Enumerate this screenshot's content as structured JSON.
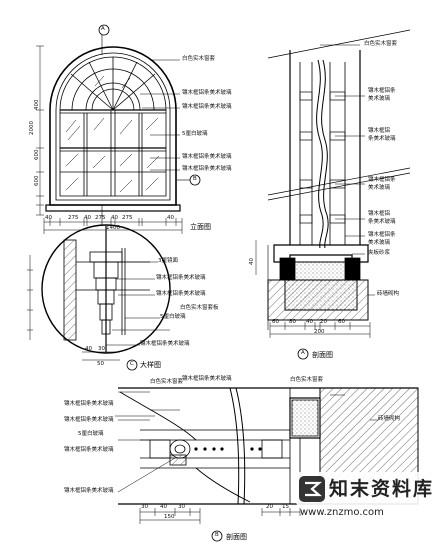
{
  "titles": {
    "elevation": "立面图",
    "section_a": "剖面图",
    "section_a_mark": "A",
    "section_b": "剖面图",
    "section_b_mark": "B",
    "detail": "大样图",
    "detail_mark": "C"
  },
  "markers": {
    "a_top": "A",
    "b_mid": "B",
    "c_mark": "C"
  },
  "elevation": {
    "dims_bottom": [
      "40",
      "275",
      "40",
      "275",
      "40",
      "275",
      "40"
    ],
    "total": "1400",
    "left_dims": [
      "2000",
      "400",
      "600",
      "600"
    ],
    "labels": [
      "白色实木窗套",
      "镶木框铝条美术玻璃",
      "镶木框铝条美术玻璃",
      "5厘白玻璃",
      "镶木框铝条美术玻璃",
      "镶木框铝条美术玻璃"
    ]
  },
  "detail": {
    "labels": [
      "3厘镜面",
      "镶木框铝条美术玻璃",
      "镶木框铝条美术玻璃",
      "5厘白玻璃",
      "白色实木窗套板",
      "镶木框铝条美术玻璃"
    ],
    "dims": [
      "40",
      "30",
      "50"
    ]
  },
  "section_a": {
    "labels": [
      "白色实木窗套",
      "镶木框铝条",
      "美术玻璃",
      "镶木框铝",
      "条美术玻璃",
      "镶木框铝条",
      "美术玻璃",
      "镶木框铝",
      "条美术玻璃",
      "镶木框铝条",
      "美术玻璃",
      "夹板砂浆",
      "砖墙砌构"
    ],
    "dims": [
      "60",
      "80",
      "40",
      "20",
      "60",
      "200",
      "40"
    ]
  },
  "section_b": {
    "labels": [
      "白色实木窗套",
      "镶木框铝条美术玻璃",
      "镶木框铝条美术玻璃",
      "镶木框铝条美术玻璃",
      "5厘白玻璃",
      "镶木框铝条美术玻璃",
      "白色实木窗套",
      "砖墙砌构",
      "镶木框铝条美术玻璃"
    ],
    "dims": [
      "30",
      "40",
      "30",
      "150",
      "20",
      "15"
    ]
  },
  "watermark": {
    "name": "知末资料库",
    "url": "www.znzmo.com"
  }
}
